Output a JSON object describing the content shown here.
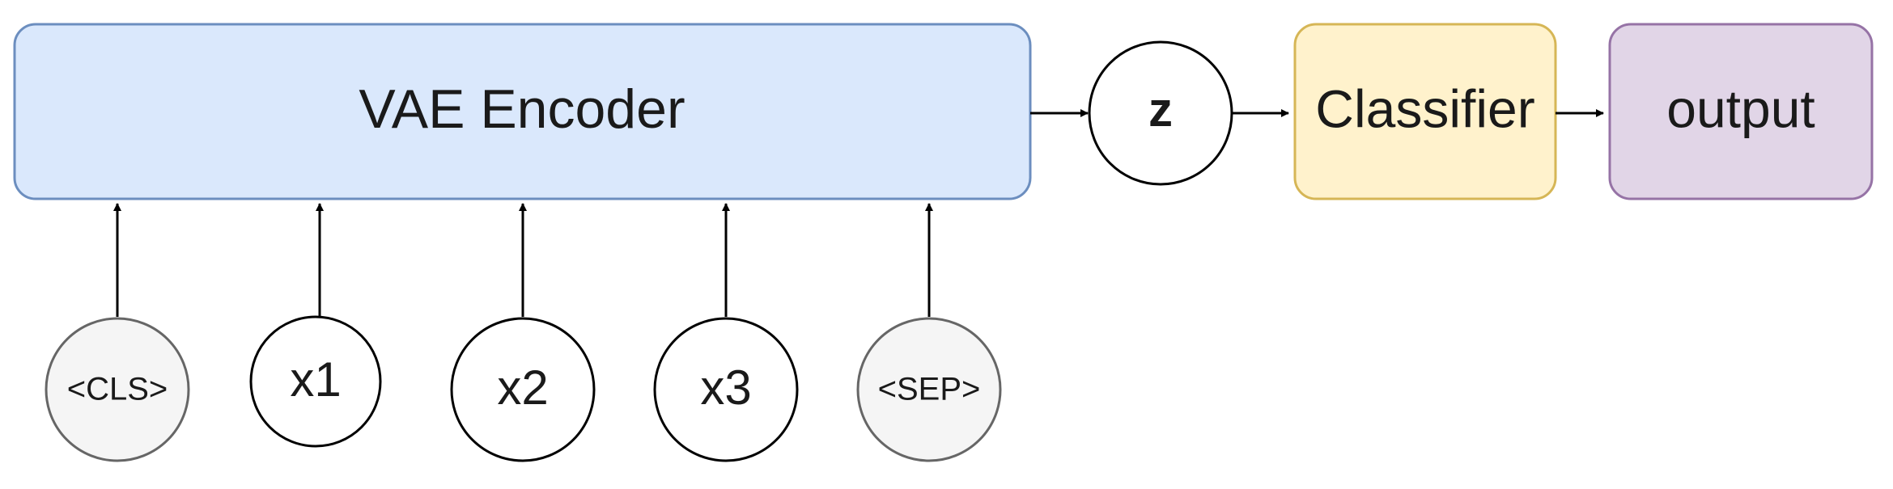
{
  "nodes": {
    "encoder": {
      "label": "VAE Encoder",
      "fill": "#dae8fc",
      "stroke": "#6c8ebf"
    },
    "z": {
      "label": "z",
      "fill": "#ffffff",
      "stroke": "#000000"
    },
    "classifier": {
      "label": "Classifier",
      "fill": "#fff2cc",
      "stroke": "#d6b656"
    },
    "output": {
      "label": "output",
      "fill": "#e1d5e7",
      "stroke": "#9673a6"
    }
  },
  "tokens": [
    {
      "label": "<CLS>",
      "fill": "#f5f5f5",
      "stroke": "#666666"
    },
    {
      "label": "x1",
      "fill": "#ffffff",
      "stroke": "#000000"
    },
    {
      "label": "x2",
      "fill": "#ffffff",
      "stroke": "#000000"
    },
    {
      "label": "x3",
      "fill": "#ffffff",
      "stroke": "#000000"
    },
    {
      "label": "<SEP>",
      "fill": "#f5f5f5",
      "stroke": "#666666"
    }
  ]
}
